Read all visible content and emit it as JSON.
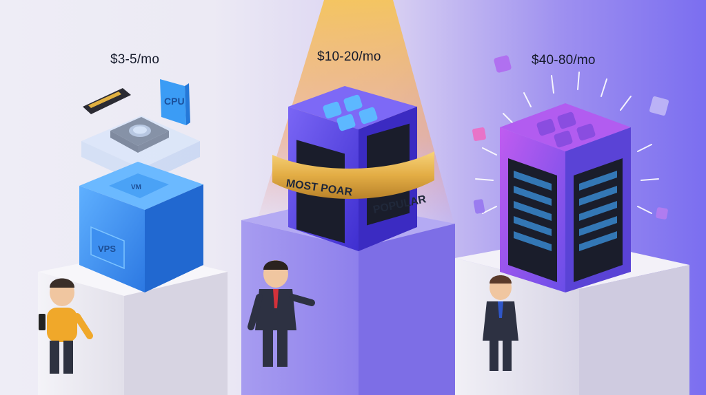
{
  "tiers": [
    {
      "price": "$3-5/mo",
      "cube_front_label": "VPS",
      "cube_top_label": "VM",
      "chip_label": "CPU"
    },
    {
      "price": "$10-20/mo",
      "banner_left": "MOST POAR",
      "banner_right": "POPULAR"
    },
    {
      "price": "$40-80/mo"
    }
  ],
  "colors": {
    "blue_cube": "#3a8ef0",
    "indigo_cube": "#5b48e8",
    "purple_cube": "#9c4de8",
    "gold_banner": "#e6b24a",
    "spotlight": "#f5c45a"
  },
  "icons": [
    "ram-stick-icon",
    "cpu-chip-icon",
    "server-rack-icon",
    "sparkle-burst-icon"
  ]
}
